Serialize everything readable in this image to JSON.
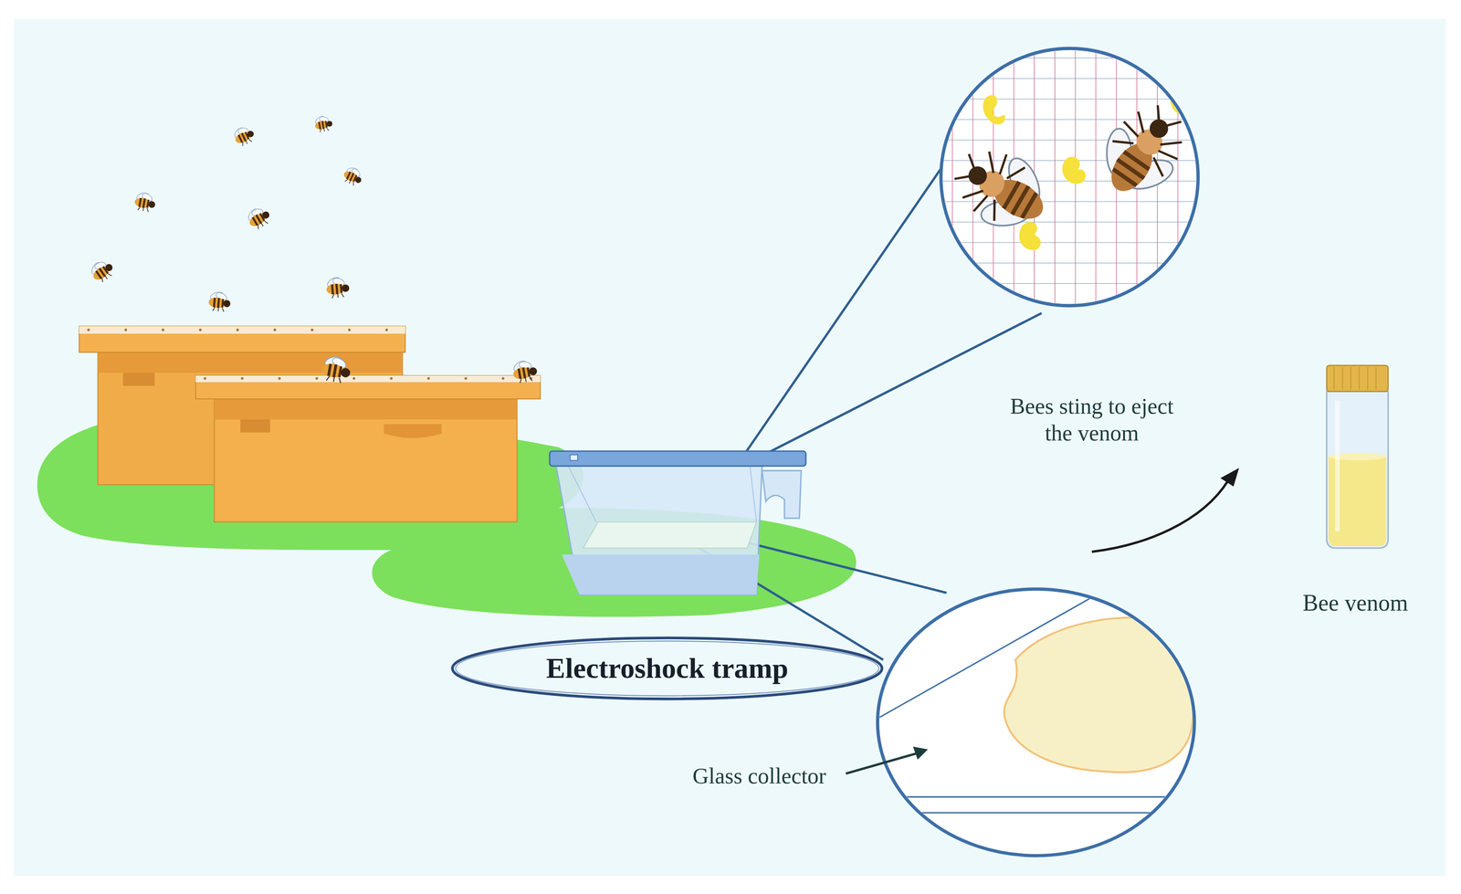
{
  "diagram": {
    "nodes": [
      {
        "text": [
          "Electroshock tramp"
        ]
      }
    ],
    "labels": [
      "Bees sting to eject the venom",
      "Glass collector",
      "Bee venom"
    ]
  }
}
